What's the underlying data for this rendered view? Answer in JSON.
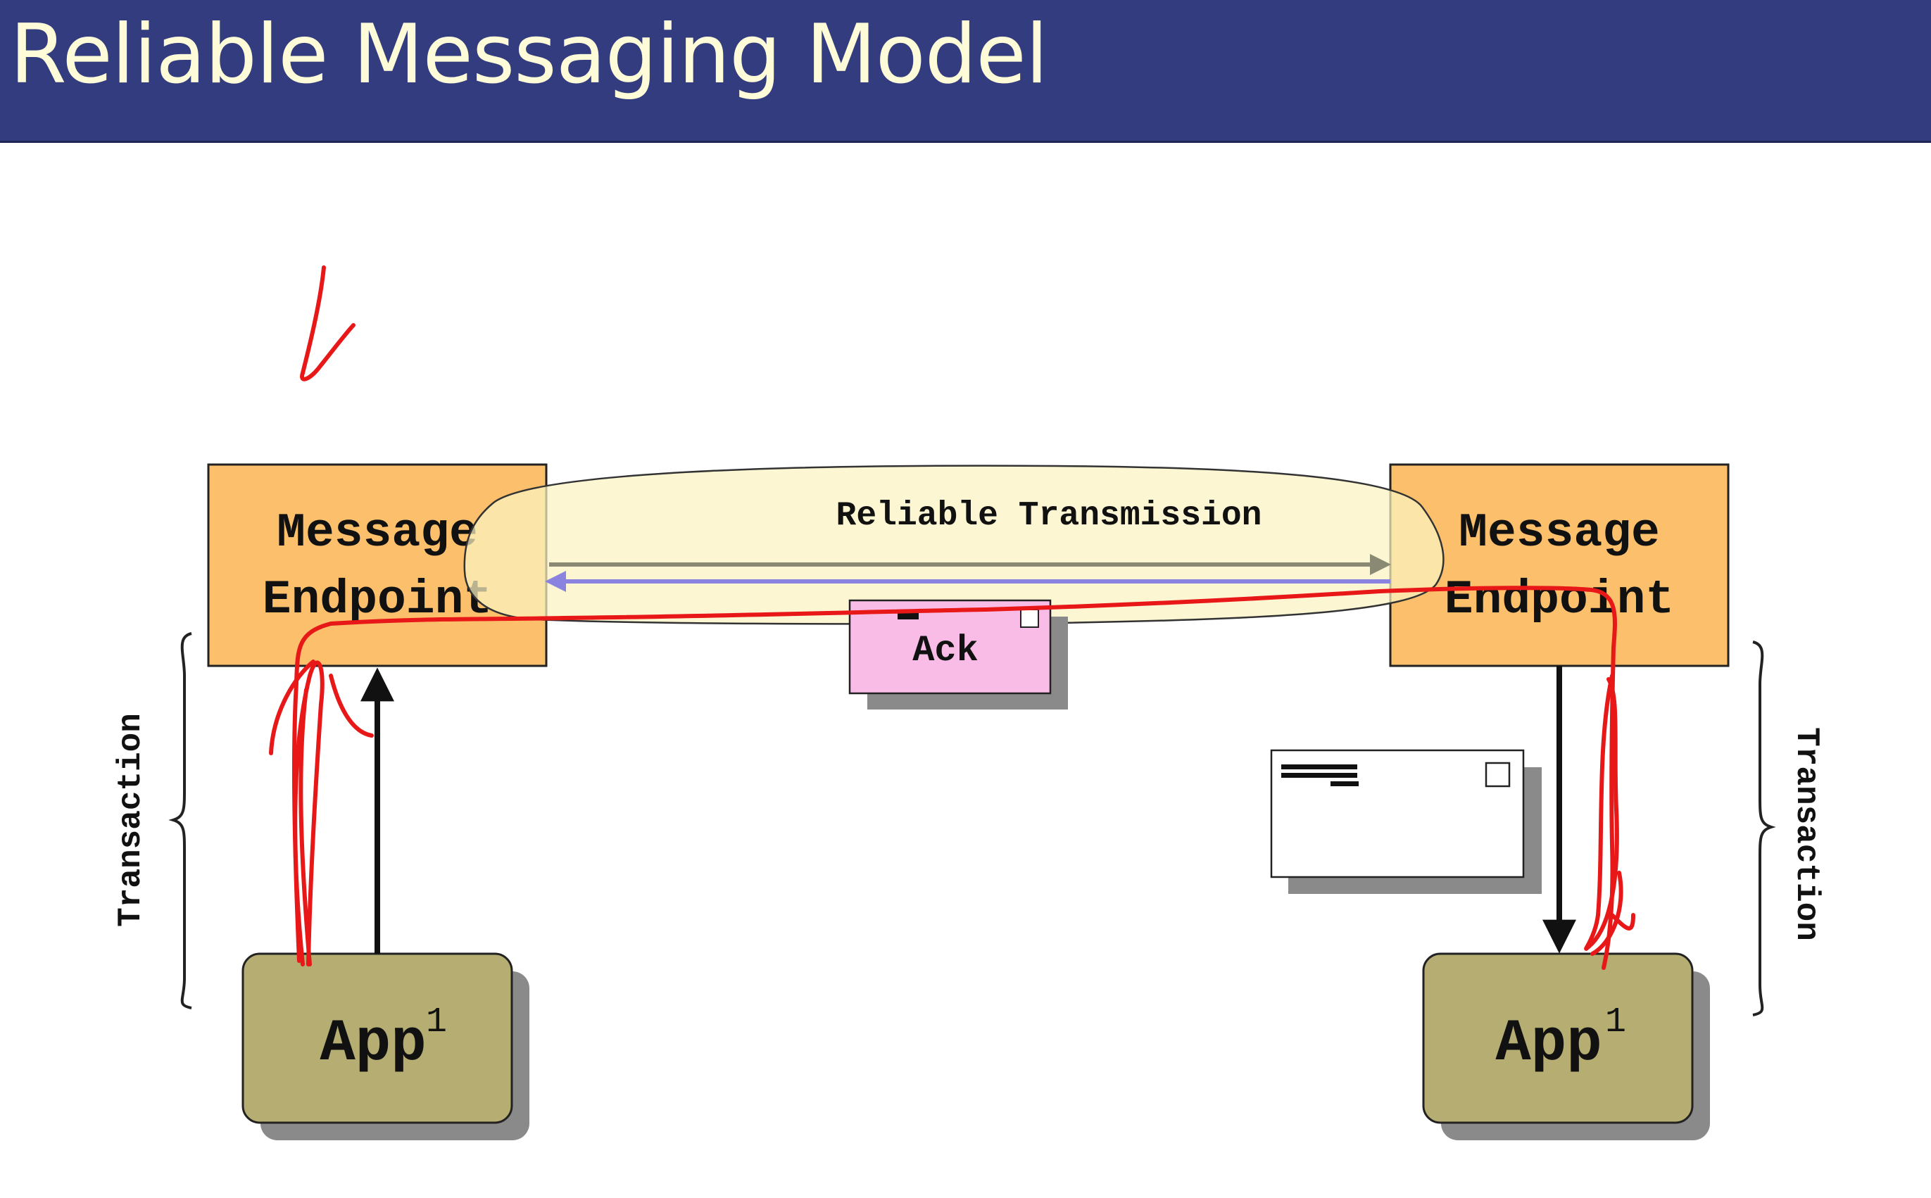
{
  "slide": {
    "title": "Reliable Messaging Model"
  },
  "diagram": {
    "left_endpoint": {
      "line1": "Message",
      "line2": "Endpoint"
    },
    "right_endpoint": {
      "line1": "Message",
      "line2": "Endpoint"
    },
    "channel_label": "Reliable Transmission",
    "ack_label": "Ack",
    "left_app": {
      "label": "App",
      "superscript": "1"
    },
    "right_app": {
      "label": "App",
      "superscript": "1"
    },
    "left_transaction_label": "Transaction",
    "right_transaction_label": "Transaction"
  },
  "colors": {
    "title_bar": "#323c7e",
    "title_text": "#fdfbd8",
    "endpoint_fill": "#fcc06c",
    "app_fill": "#b5ad72",
    "ack_fill": "#f8bce6",
    "channel_fill": "#fbf2c0",
    "forward_arrow": "#8a8a74",
    "return_arrow": "#8a84e0",
    "ink_annotation": "#e81818"
  }
}
